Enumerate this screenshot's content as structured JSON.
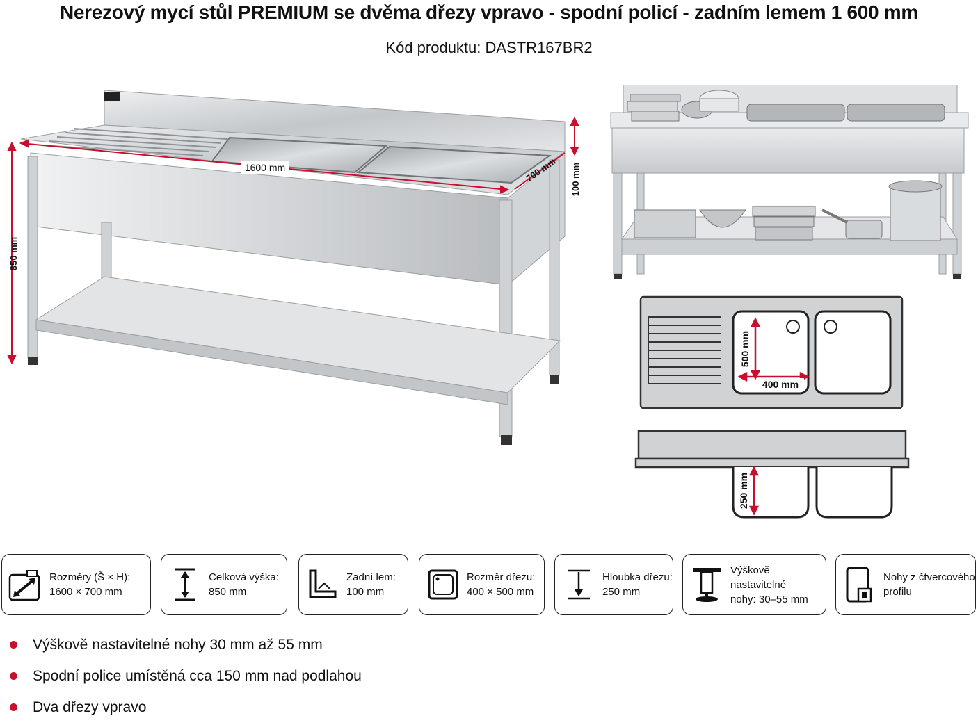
{
  "header": {
    "title": "Nerezový mycí stůl PREMIUM se dvěma dřezy vpravo - spodní policí - zadním lemem 1 600 mm",
    "product_code": "Kód produktu: DASTR167BR2"
  },
  "dimensions": {
    "width": "1600 mm",
    "depth": "700 mm",
    "backsplash": "100 mm",
    "height": "850 mm",
    "sink_width": "400 mm",
    "sink_length": "500 mm",
    "sink_depth": "250 mm"
  },
  "colors": {
    "accent": "#c8102e",
    "steel": "#c9ccce",
    "outline": "#222222"
  },
  "features": [
    {
      "icon": "dimensions-icon",
      "line1": "Rozměry (Š × H):",
      "line2": "1600 × 700 mm"
    },
    {
      "icon": "height-icon",
      "line1": "Celková výška:",
      "line2": "850 mm"
    },
    {
      "icon": "backsplash-icon",
      "line1": "Zadní lem:",
      "line2": "100 mm"
    },
    {
      "icon": "sink-size-icon",
      "line1": "Rozměr dřezu:",
      "line2": "400 × 500 mm"
    },
    {
      "icon": "sink-depth-icon",
      "line1": "Hloubka dřezu:",
      "line2": "250 mm"
    },
    {
      "icon": "adjustable-feet-icon",
      "line1": "Výškově nastavitelné",
      "line2": "nohy: 30–55 mm"
    },
    {
      "icon": "square-leg-icon",
      "line1": "Nohy z čtvercového",
      "line2": "profilu"
    }
  ],
  "bullets": [
    "Výškově nastavitelné nohy 30 mm až 55 mm",
    "Spodní police umístěná cca 150 mm nad podlahou",
    "Dva dřezy vpravo"
  ]
}
